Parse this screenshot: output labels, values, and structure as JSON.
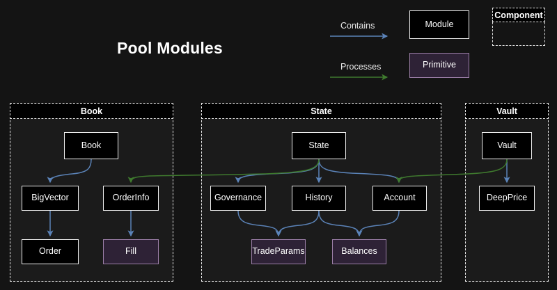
{
  "page": {
    "title": "Pool Modules",
    "background": "#141414"
  },
  "colors": {
    "contains_arrow": "#5b83b8",
    "processes_arrow": "#3f7a2e",
    "module_fill": "#000000",
    "module_border": "#f0f0f0",
    "primitive_fill": "#2e2236",
    "primitive_border": "#9c7fa8",
    "component_border": "#e9e9e9",
    "component_fill": "#1b1b1b"
  },
  "legend": {
    "edges": [
      {
        "label": "Contains",
        "color": "#5b83b8"
      },
      {
        "label": "Processes",
        "color": "#3f7a2e"
      }
    ],
    "shapes": [
      {
        "label": "Module",
        "kind": "module"
      },
      {
        "label": "Primitive",
        "kind": "primitive"
      },
      {
        "label": "Component",
        "kind": "component"
      }
    ]
  },
  "components": [
    {
      "id": "book",
      "label": "Book",
      "nodes": [
        {
          "id": "book-node",
          "label": "Book",
          "kind": "module"
        },
        {
          "id": "bigvector",
          "label": "BigVector",
          "kind": "module"
        },
        {
          "id": "orderinfo",
          "label": "OrderInfo",
          "kind": "module"
        },
        {
          "id": "order",
          "label": "Order",
          "kind": "module"
        },
        {
          "id": "fill",
          "label": "Fill",
          "kind": "primitive"
        }
      ]
    },
    {
      "id": "state",
      "label": "State",
      "nodes": [
        {
          "id": "state-node",
          "label": "State",
          "kind": "module"
        },
        {
          "id": "governance",
          "label": "Governance",
          "kind": "module"
        },
        {
          "id": "history",
          "label": "History",
          "kind": "module"
        },
        {
          "id": "account",
          "label": "Account",
          "kind": "module"
        },
        {
          "id": "tradeparams",
          "label": "TradeParams",
          "kind": "primitive"
        },
        {
          "id": "balances",
          "label": "Balances",
          "kind": "primitive"
        }
      ]
    },
    {
      "id": "vault",
      "label": "Vault",
      "nodes": [
        {
          "id": "vault-node",
          "label": "Vault",
          "kind": "module"
        },
        {
          "id": "deepprice",
          "label": "DeepPrice",
          "kind": "module"
        }
      ]
    }
  ],
  "edges": [
    {
      "from": "book-node",
      "to": "bigvector",
      "type": "contains"
    },
    {
      "from": "bigvector",
      "to": "order",
      "type": "contains"
    },
    {
      "from": "orderinfo",
      "to": "fill",
      "type": "contains"
    },
    {
      "from": "state-node",
      "to": "governance",
      "type": "contains"
    },
    {
      "from": "state-node",
      "to": "history",
      "type": "contains"
    },
    {
      "from": "state-node",
      "to": "account",
      "type": "contains"
    },
    {
      "from": "governance",
      "to": "tradeparams",
      "type": "contains"
    },
    {
      "from": "history",
      "to": "tradeparams",
      "type": "contains"
    },
    {
      "from": "history",
      "to": "balances",
      "type": "contains"
    },
    {
      "from": "account",
      "to": "balances",
      "type": "contains"
    },
    {
      "from": "vault-node",
      "to": "deepprice",
      "type": "contains"
    },
    {
      "from": "state-node",
      "to": "orderinfo",
      "type": "processes"
    },
    {
      "from": "vault-node",
      "to": "account",
      "type": "processes"
    }
  ]
}
